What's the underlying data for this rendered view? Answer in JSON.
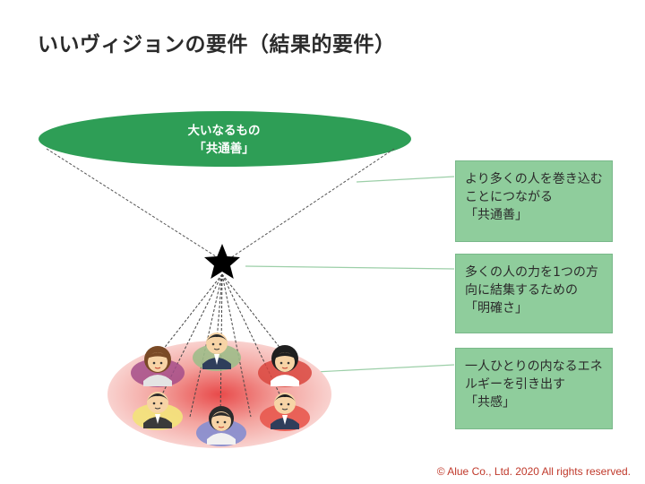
{
  "title": "いいヴィジョンの要件（結果的要件）",
  "top_ellipse": {
    "line1": "大いなるもの",
    "line2": "「共通善」",
    "color": "#2e9e56"
  },
  "boxes": [
    {
      "lines": [
        "より多くの人を巻き込む",
        "ことにつながる",
        "「共通善」"
      ]
    },
    {
      "lines": [
        "多くの人の力を1つの方",
        "向に結集するための",
        "「明確さ」"
      ]
    },
    {
      "lines": [
        "一人ひとりの内なるエネ",
        "ルギーを引き出す",
        "「共感」"
      ]
    }
  ],
  "people": [
    {
      "name": "person-woman-brown-hair"
    },
    {
      "name": "person-man-top"
    },
    {
      "name": "person-woman-black-hair"
    },
    {
      "name": "person-man-left"
    },
    {
      "name": "person-woman-bottom"
    },
    {
      "name": "person-man-right"
    }
  ],
  "colors": {
    "box_fill": "#8fcd9c",
    "group_ellipse": "#f2b3ae",
    "star": "#000000"
  },
  "footer": "© Alue Co., Ltd.  2020  All rights reserved."
}
